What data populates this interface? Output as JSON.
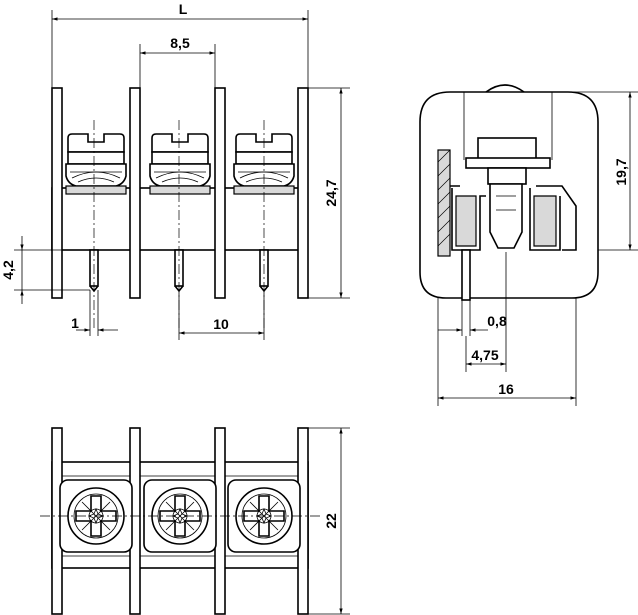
{
  "dimensions": {
    "L": "L",
    "pitch": "8,5",
    "height": "24,7",
    "pin_length": "4,2",
    "pin_dia": "1",
    "pin_spacing": "10",
    "side_height": "19,7",
    "gap": "0,8",
    "offset": "4,75",
    "depth": "16",
    "width": "22"
  }
}
